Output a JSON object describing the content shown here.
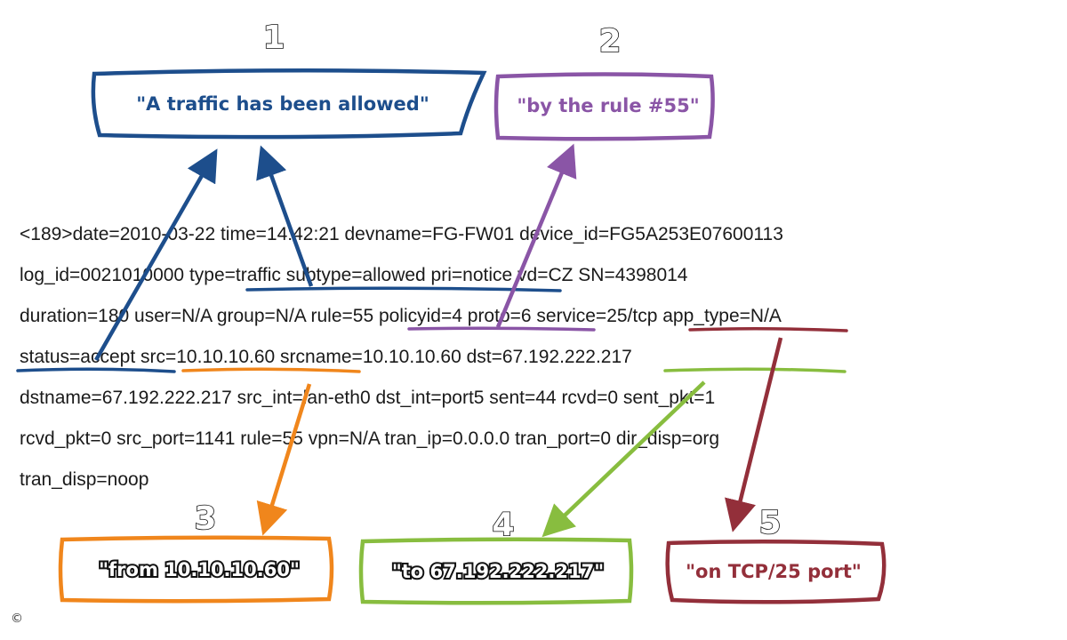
{
  "colors": {
    "blue": "#1d4e8c",
    "purple": "#8a55a6",
    "orange": "#f0861c",
    "green": "#88bd3f",
    "maroon": "#932f3a",
    "text": "#1a1a1a"
  },
  "log_lines": [
    "<189>date=2010-03-22 time=14:42:21 devname=FG-FW01 device_id=FG5A253E07600113",
    "log_id=0021010000 type=traffic subtype=allowed pri=notice vd=CZ SN=4398014",
    "duration=180 user=N/A group=N/A rule=55 policyid=4 proto=6 service=25/tcp app_type=N/A",
    "status=accept src=10.10.10.60 srcname=10.10.10.60 dst=67.192.222.217",
    "dstname=67.192.222.217 src_int=lan-eth0 dst_int=port5 sent=44 rcvd=0 sent_pkt=1",
    "rcvd_pkt=0 src_port=1141 rule=55 vpn=N/A tran_ip=0.0.0.0 tran_port=0 dir_disp=org",
    "tran_disp=noop"
  ],
  "callouts": [
    {
      "number": "1",
      "caption": "\"A traffic has been allowed\"",
      "color": "#1d4e8c",
      "style": "light"
    },
    {
      "number": "2",
      "caption": "\"by the rule #55\"",
      "color": "#8a55a6",
      "style": "light"
    },
    {
      "number": "3",
      "caption": "\"from 10.10.10.60\"",
      "color": "#f0861c",
      "style": "dark"
    },
    {
      "number": "4",
      "caption": "\"to 67.192.222.217\"",
      "color": "#88bd3f",
      "style": "dark"
    },
    {
      "number": "5",
      "caption": "\"on TCP/25 port\"",
      "color": "#932f3a",
      "style": "light"
    }
  ],
  "copyright": "©"
}
